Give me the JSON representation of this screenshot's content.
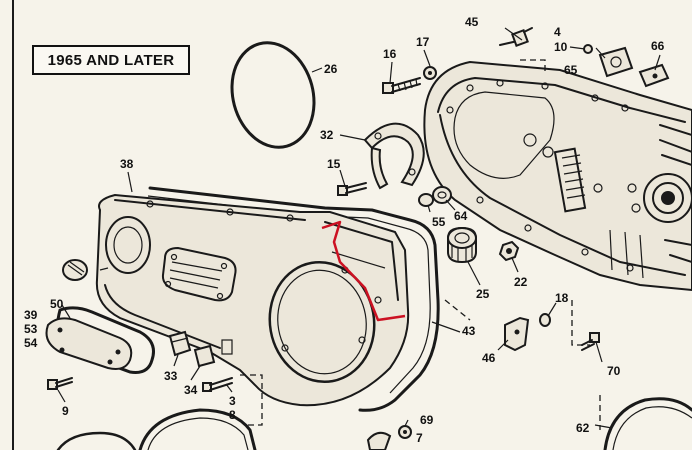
{
  "diagram": {
    "title": "1965 AND LATER",
    "callouts": [
      {
        "id": "c45",
        "text": "45"
      },
      {
        "id": "c4",
        "text": "4"
      },
      {
        "id": "c10",
        "text": "10"
      },
      {
        "id": "c65",
        "text": "65"
      },
      {
        "id": "c66",
        "text": "66"
      },
      {
        "id": "c17",
        "text": "17"
      },
      {
        "id": "c16",
        "text": "16"
      },
      {
        "id": "c26",
        "text": "26"
      },
      {
        "id": "c32",
        "text": "32"
      },
      {
        "id": "c15",
        "text": "15"
      },
      {
        "id": "c38",
        "text": "38"
      },
      {
        "id": "c55",
        "text": "55"
      },
      {
        "id": "c64",
        "text": "64"
      },
      {
        "id": "c22",
        "text": "22"
      },
      {
        "id": "c25",
        "text": "25"
      },
      {
        "id": "c18",
        "text": "18"
      },
      {
        "id": "c43",
        "text": "43"
      },
      {
        "id": "c46",
        "text": "46"
      },
      {
        "id": "c70",
        "text": "70"
      },
      {
        "id": "c50",
        "text": "50"
      },
      {
        "id": "c39",
        "text": "39"
      },
      {
        "id": "c53",
        "text": "53"
      },
      {
        "id": "c54",
        "text": "54"
      },
      {
        "id": "c33",
        "text": "33"
      },
      {
        "id": "c34",
        "text": "34"
      },
      {
        "id": "c3",
        "text": "3"
      },
      {
        "id": "c8",
        "text": "8"
      },
      {
        "id": "c9",
        "text": "9"
      },
      {
        "id": "c69",
        "text": "69"
      },
      {
        "id": "c7",
        "text": "7"
      },
      {
        "id": "c62",
        "text": "62"
      }
    ],
    "highlight_color": "#cc1122"
  }
}
